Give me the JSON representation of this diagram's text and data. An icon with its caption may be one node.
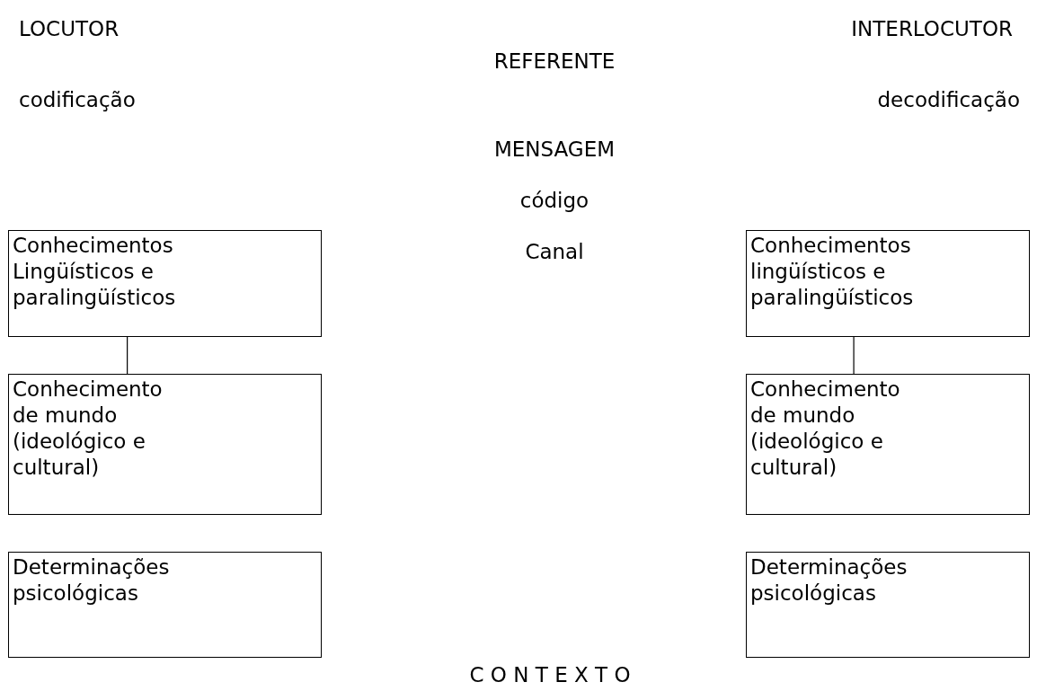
{
  "diagram": {
    "nodes": [
      {
        "text": [
          "Conhecimentos Lingüísticos e paralingüísticos"
        ]
      },
      {
        "text": [
          "Conhecimento de mundo (ideológico e cultural)"
        ]
      },
      {
        "text": [
          "Determinações psicológicas"
        ]
      },
      {
        "text": [
          "Conhecimentos lingüísticos e paralingüísticos"
        ]
      },
      {
        "text": [
          "Conhecimento de mundo (ideológico e cultural)"
        ]
      },
      {
        "text": [
          "Determinações psicológicas"
        ]
      }
    ],
    "edges": [
      {
        "from": 0,
        "to": 1,
        "arrow": "none"
      },
      {
        "from": 3,
        "to": 4,
        "arrow": "none"
      }
    ],
    "labels": [
      "LOCUTOR",
      "INTERLOCUTOR",
      "REFERENTE",
      "codificação",
      "decodificação",
      "MENSAGEM",
      "código",
      "Canal",
      "C O N T E X T O"
    ]
  }
}
